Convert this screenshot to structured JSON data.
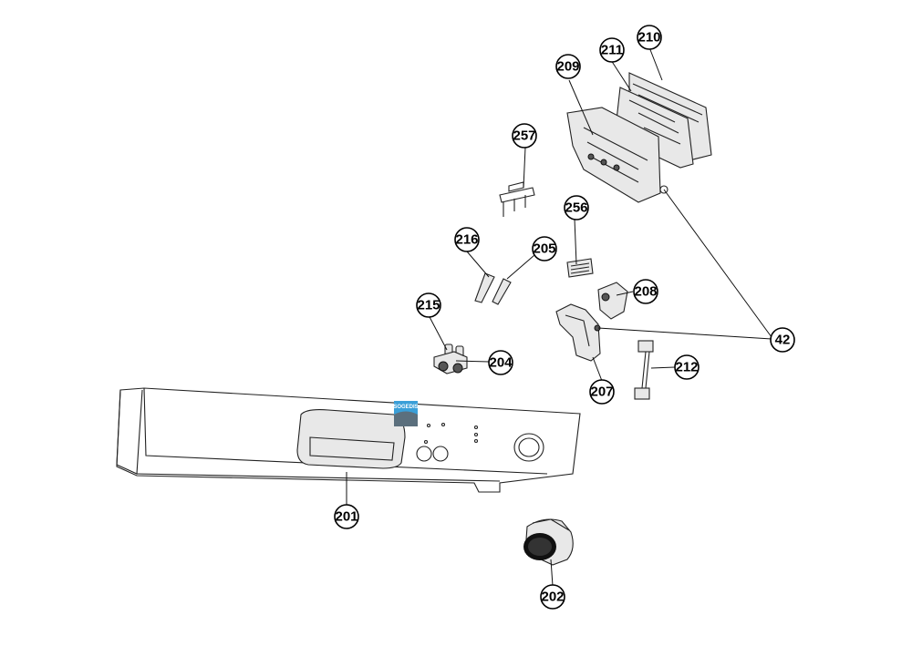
{
  "diagram": {
    "logo_text": "SOGEDIS",
    "colors": {
      "logo": "#3a9fd8",
      "line": "#222222",
      "callout_border": "#000000"
    },
    "callouts": {
      "c201": "201",
      "c202": "202",
      "c204": "204",
      "c205": "205",
      "c207": "207",
      "c208": "208",
      "c209": "209",
      "c210": "210",
      "c211": "211",
      "c212": "212",
      "c215": "215",
      "c216": "216",
      "c256": "256",
      "c257": "257",
      "c42": "42"
    }
  }
}
